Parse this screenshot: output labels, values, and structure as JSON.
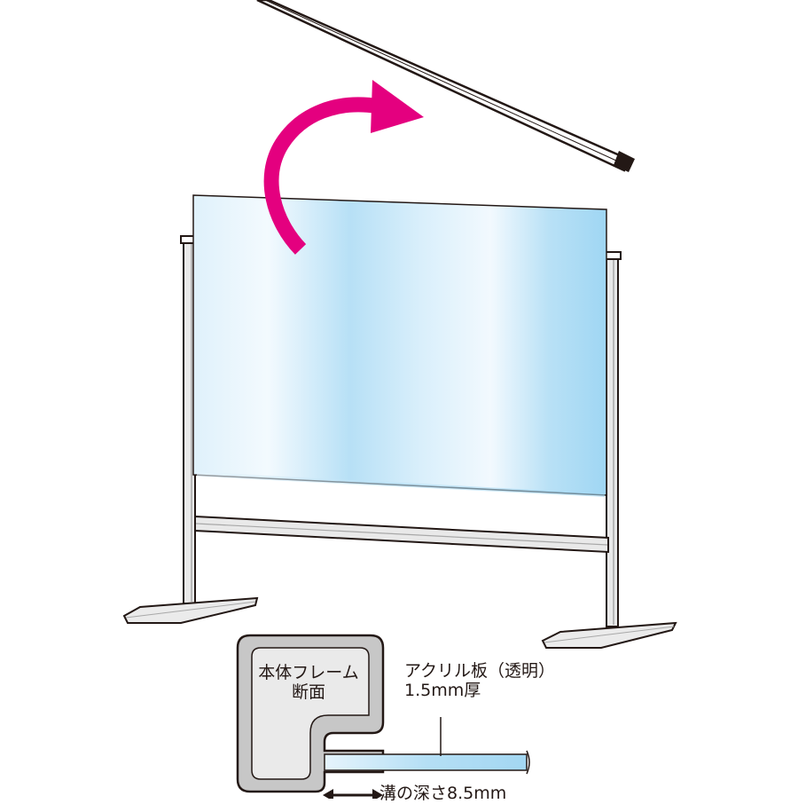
{
  "colors": {
    "arrow": "#e4007f",
    "frame": "#e8e8e8",
    "outline": "#231815",
    "panel_light": "#eaf6fc",
    "panel_blue": "#a6d9f4",
    "section_fill": "#c8c8c8"
  },
  "labels": {
    "section_line1": "本体フレーム",
    "section_line2": "断面",
    "acrylic_line1": "アクリル板（透明）",
    "acrylic_line2": "1.5mm厚",
    "groove_depth": "溝の深さ8.5mm"
  }
}
